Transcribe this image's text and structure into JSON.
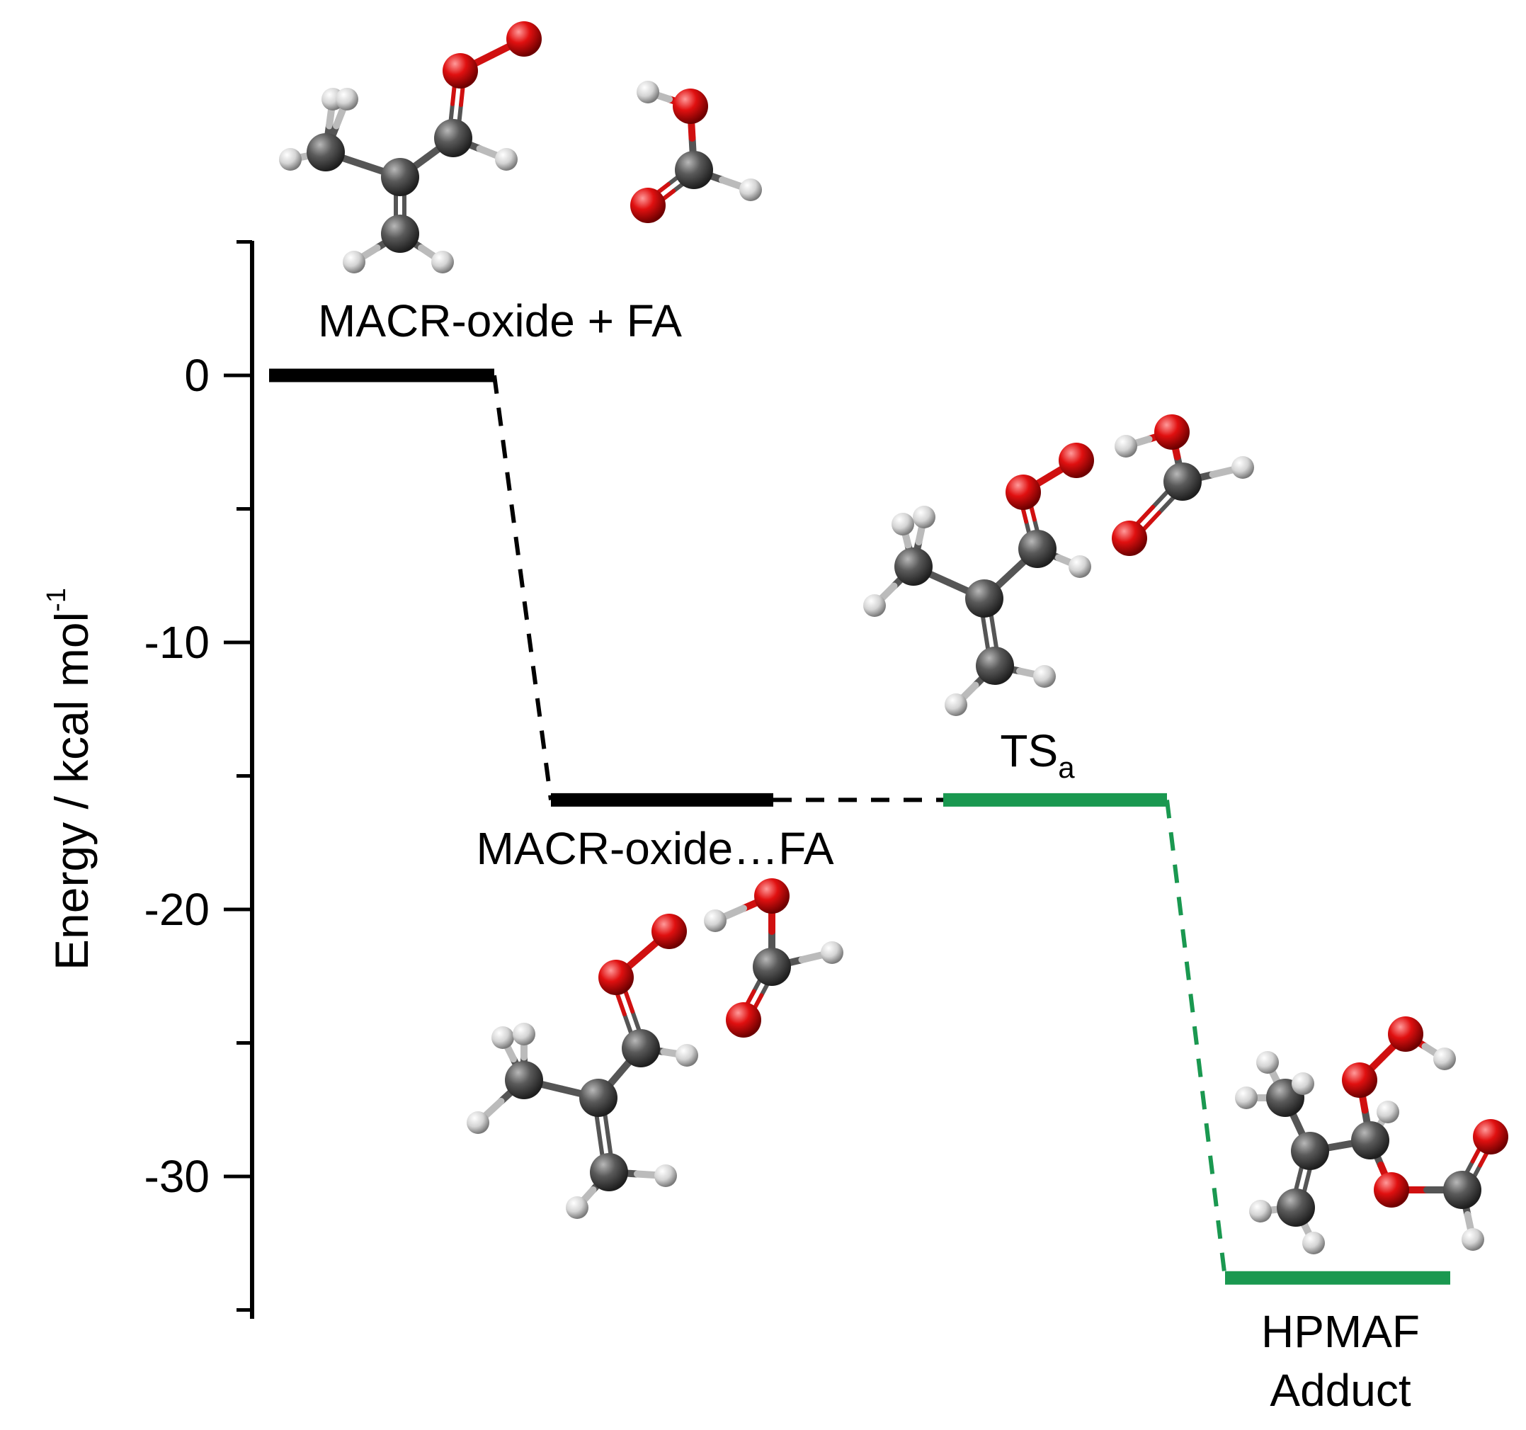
{
  "chart_data": {
    "type": "energy-level-diagram",
    "ylabel": "Energy / kcal mol",
    "ylabel_superscript": "-1",
    "ylim": [
      -35,
      5
    ],
    "yticks": [
      0,
      -10,
      -20,
      -30
    ],
    "ytick_labels": [
      "0",
      "-10",
      "-20",
      "-30"
    ],
    "grid": false,
    "colors": {
      "axis": "#000000",
      "path_a": "#000000",
      "path_b": "#1a9850"
    },
    "levels": [
      {
        "id": "reactants",
        "label": "MACR-oxide + FA",
        "energy": 0,
        "color": "#000000"
      },
      {
        "id": "complex",
        "label": "MACR-oxide…FA",
        "energy": -15.9,
        "color": "#000000"
      },
      {
        "id": "ts",
        "label": "TS",
        "label_subscript": "a",
        "energy": -15.9,
        "color": "#1a9850"
      },
      {
        "id": "product",
        "label_lines": [
          "HPMAF",
          "Adduct"
        ],
        "energy": -33.8,
        "color": "#1a9850"
      }
    ],
    "connectors": [
      {
        "from": "reactants",
        "to": "complex",
        "color": "#000000",
        "style": "dashed"
      },
      {
        "from": "complex",
        "to": "ts",
        "color": "#000000",
        "style": "dashed"
      },
      {
        "from": "ts",
        "to": "product",
        "color": "#1a9850",
        "style": "dashed"
      }
    ],
    "molecule_images": [
      "reactants-structures",
      "complex-structure",
      "ts-structure",
      "product-structure"
    ]
  }
}
